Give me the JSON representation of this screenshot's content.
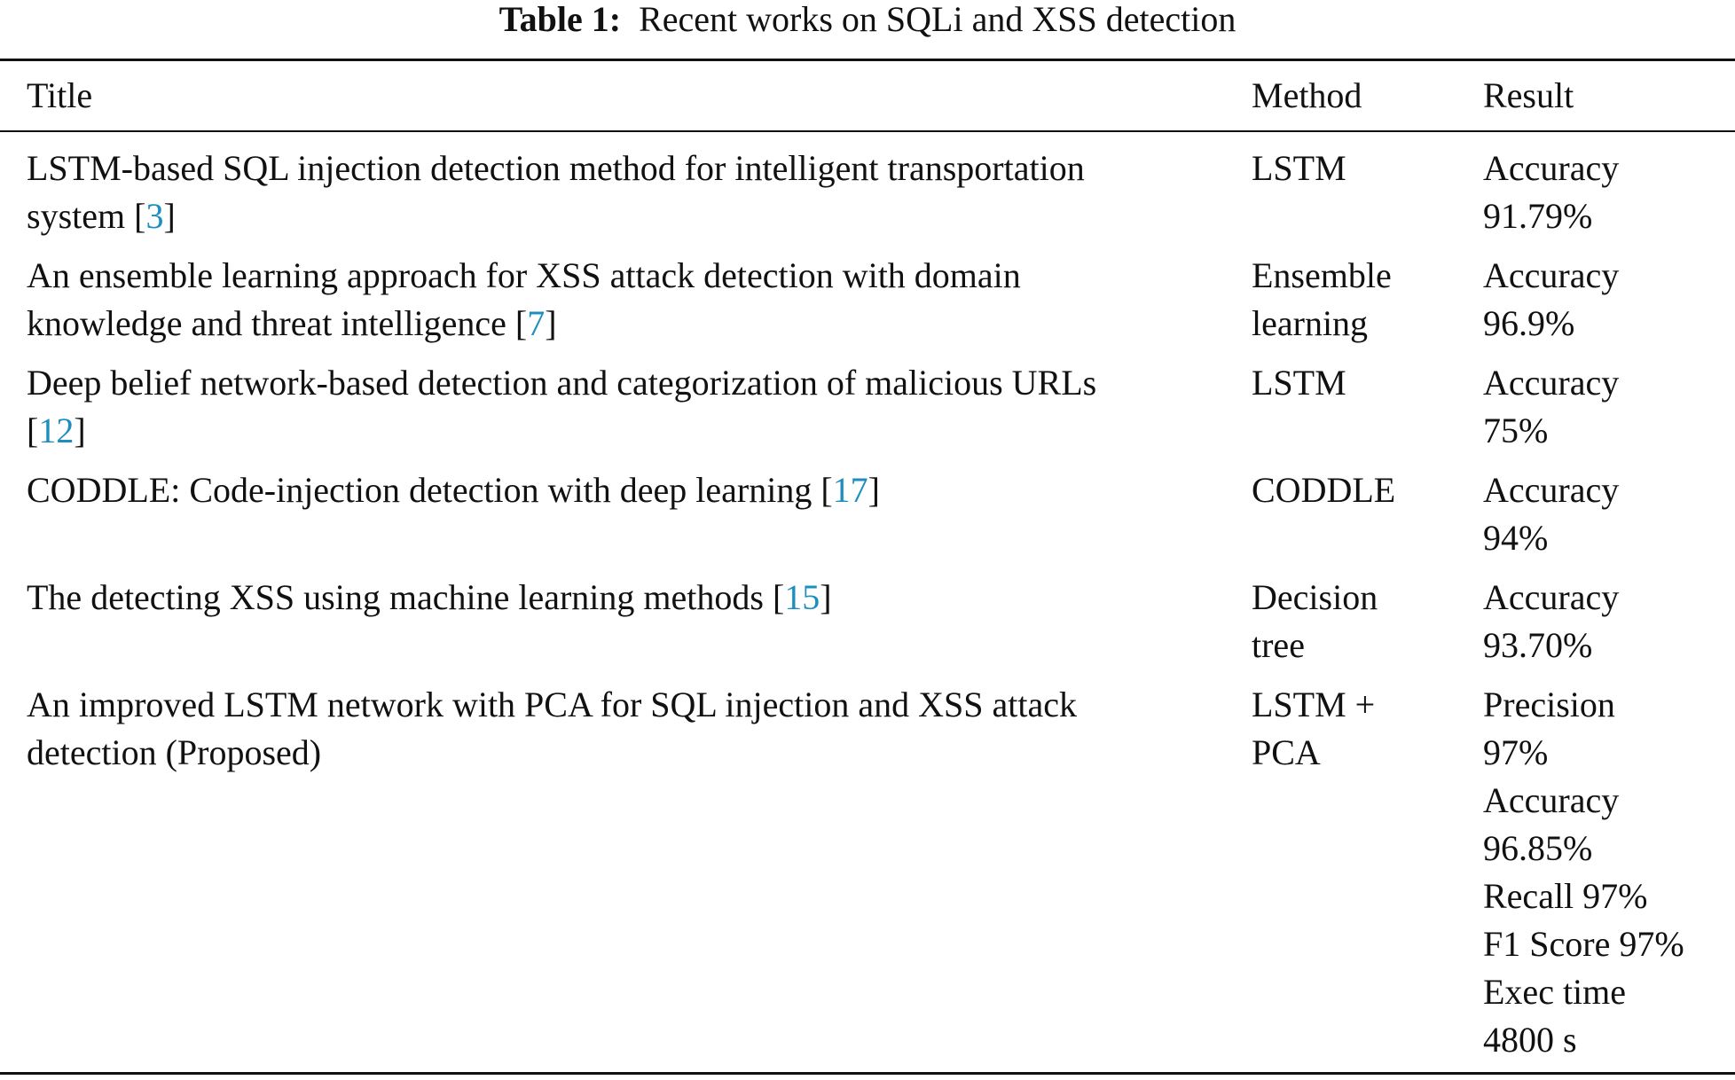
{
  "caption": {
    "label": "Table 1:",
    "text": "Recent works on SQLi and XSS detection"
  },
  "table": {
    "headers": {
      "title": "Title",
      "method": "Method",
      "result": "Result"
    },
    "rows": [
      {
        "title_lines": [
          "LSTM-based SQL injection detection method for intelligent transportation",
          "system ["
        ],
        "title_suffix": "]",
        "citation": "3",
        "method_lines": [
          "LSTM"
        ],
        "result_lines": [
          "Accuracy",
          "91.79%"
        ]
      },
      {
        "title_lines": [
          "An ensemble learning approach for XSS attack detection with domain",
          "knowledge and threat intelligence ["
        ],
        "title_suffix": "]",
        "citation": "7",
        "method_lines": [
          "Ensemble",
          "learning"
        ],
        "result_lines": [
          "Accuracy",
          "96.9%"
        ]
      },
      {
        "title_lines": [
          "Deep belief network-based detection and categorization of malicious URLs",
          "["
        ],
        "title_suffix": "]",
        "citation": "12",
        "method_lines": [
          "LSTM"
        ],
        "result_lines": [
          "Accuracy",
          "75%"
        ]
      },
      {
        "title_lines": [
          "CODDLE: Code-injection detection with deep learning ["
        ],
        "title_suffix": "]",
        "citation": "17",
        "method_lines": [
          "CODDLE"
        ],
        "result_lines": [
          "Accuracy",
          "94%"
        ]
      },
      {
        "title_lines": [
          "The detecting XSS using machine learning methods ["
        ],
        "title_suffix": "]",
        "citation": "15",
        "method_lines": [
          "Decision",
          "tree"
        ],
        "result_lines": [
          "Accuracy",
          "93.70%"
        ]
      },
      {
        "title_lines": [
          "An improved LSTM network with PCA for SQL injection and XSS attack",
          "detection (Proposed)"
        ],
        "title_suffix": "",
        "citation": "",
        "method_lines": [
          "LSTM +",
          "PCA"
        ],
        "result_lines": [
          "Precision",
          "97%",
          "Accuracy",
          "96.85%",
          "Recall 97%",
          "F1 Score 97%",
          "Exec time",
          "4800 s"
        ]
      }
    ]
  },
  "colors": {
    "text": "#111111",
    "citation": "#1d8fbf",
    "rule": "#111111"
  }
}
